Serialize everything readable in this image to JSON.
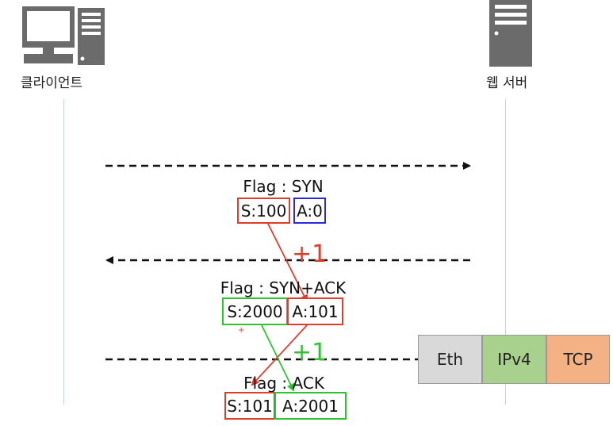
{
  "client": {
    "label": "클라이언트",
    "icon": "desktop-computer-icon"
  },
  "server": {
    "label": "웹 서버",
    "icon": "server-tower-icon"
  },
  "messages": [
    {
      "flag": "Flag : SYN",
      "seq": "S:100",
      "ack": "A:0"
    },
    {
      "flag": "Flag : SYN+ACK",
      "seq": "S:2000",
      "ack": "A:101"
    },
    {
      "flag": "Flag : ACK",
      "seq": "S:101",
      "ack": "A:2001"
    }
  ],
  "annotations": {
    "plus_one_a": "+1",
    "plus_one_b": "+1"
  },
  "stack": [
    {
      "label": "Eth",
      "color": "#d9d9d9"
    },
    {
      "label": "IPv4",
      "color": "#a9d18e"
    },
    {
      "label": "TCP",
      "color": "#f4b183"
    }
  ],
  "colors": {
    "red": "#e03c2a",
    "green": "#2ec42e",
    "blue": "#2b2bd6",
    "lifeline": "#bcd4e6"
  }
}
